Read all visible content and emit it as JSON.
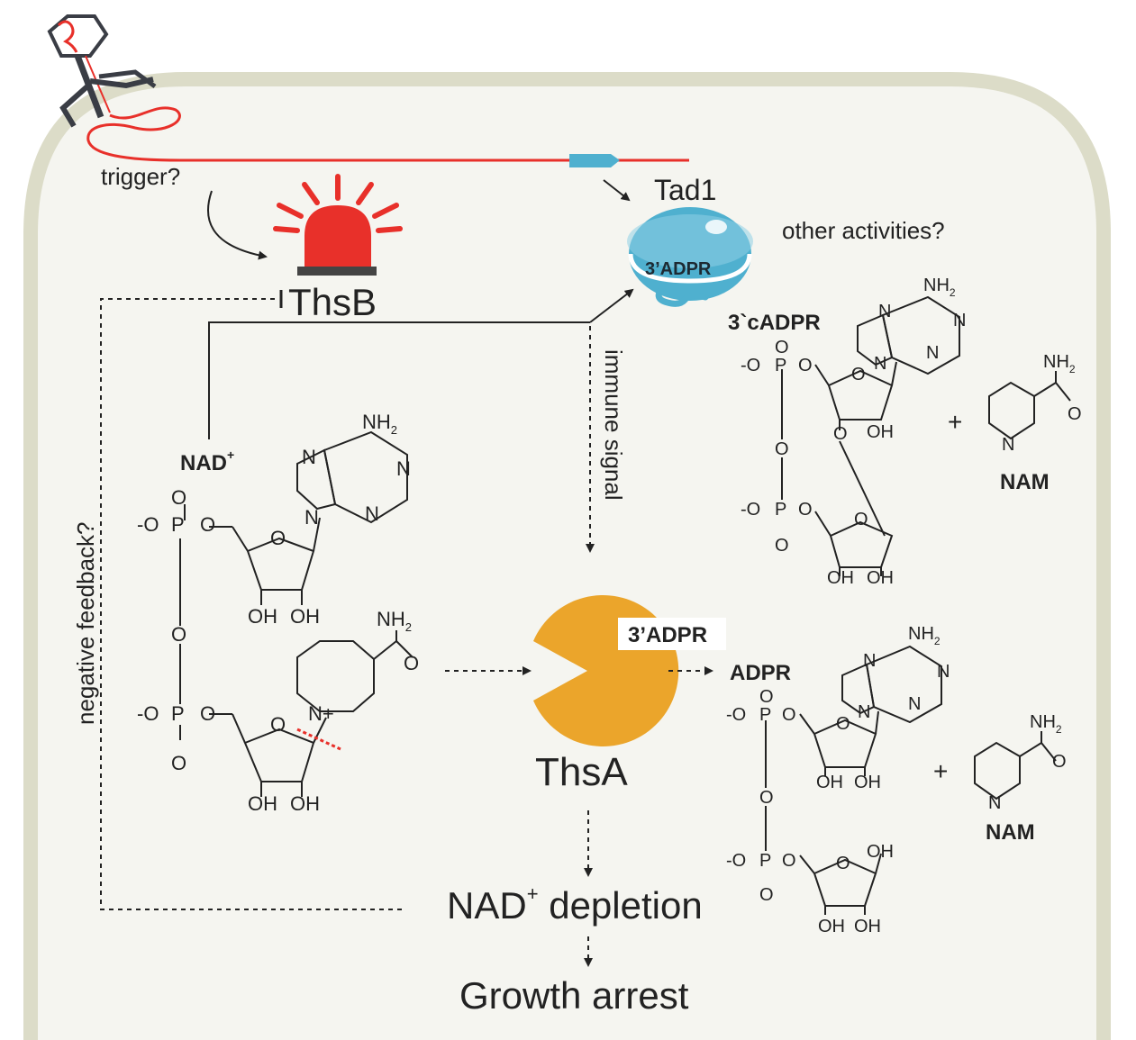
{
  "labels": {
    "trigger": "trigger?",
    "tad1": "Tad1",
    "tad1_inner": "3’ADPR",
    "other_activities": "other activities?",
    "thsb": "ThsB",
    "immune_signal": "immune signal",
    "negative_feedback": "negative feedback?",
    "thsa": "ThsA",
    "thsa_product": "3’ADPR",
    "nad_depletion_main": "NAD",
    "nad_depletion_sup": "+",
    "nad_depletion_rest": " depletion",
    "growth_arrest": "Growth arrest"
  },
  "molecules": {
    "nad": {
      "name": "NAD",
      "charge": "+"
    },
    "cadpr": {
      "name": "3`cADPR"
    },
    "adpr": {
      "name": "ADPR"
    },
    "nam_top": {
      "name": "NAM"
    },
    "nam_bottom": {
      "name": "NAM"
    },
    "plus": "+"
  },
  "atoms": {
    "nh2": "NH",
    "sub2": "2",
    "n": "N",
    "o": "O",
    "oh": "OH",
    "p": "P",
    "o_minus": "-O",
    "n_plus": "N+"
  },
  "colors": {
    "cell_wall": "#dcdcc8",
    "cytoplasm": "#f5f5f0",
    "dna": "#e8302a",
    "alarm": "#e8302a",
    "tad1": "#4fb0cf",
    "gene": "#4fb0cf",
    "thsa": "#eba52b",
    "phage": "#3a3d45"
  }
}
